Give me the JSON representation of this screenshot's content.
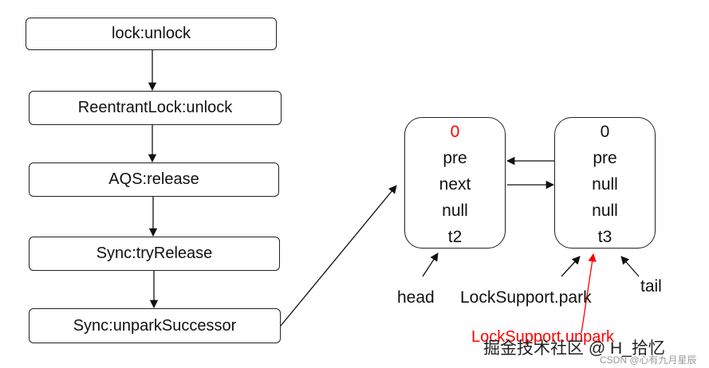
{
  "flow": {
    "steps": [
      "lock:unlock",
      "ReentrantLock:unlock",
      "AQS:release",
      "Sync:tryRelease",
      "Sync:unparkSuccessor"
    ]
  },
  "queue": {
    "node1": {
      "fields": [
        "0",
        "pre",
        "next",
        "null",
        "t2"
      ],
      "highlight_color": "#ff0000"
    },
    "node2": {
      "fields": [
        "0",
        "pre",
        "null",
        "null",
        "t3"
      ]
    }
  },
  "labels": {
    "head": "head",
    "lock_support_park": "LockSupport.park",
    "tail": "tail",
    "lock_support_unpark": "LockSupport.unpark"
  },
  "watermark": {
    "main": "掘金技术社区 @ H_拾忆",
    "sub": "CSDN @心有九月星辰"
  },
  "colors": {
    "line": "#111111",
    "accent": "#ff0000"
  }
}
